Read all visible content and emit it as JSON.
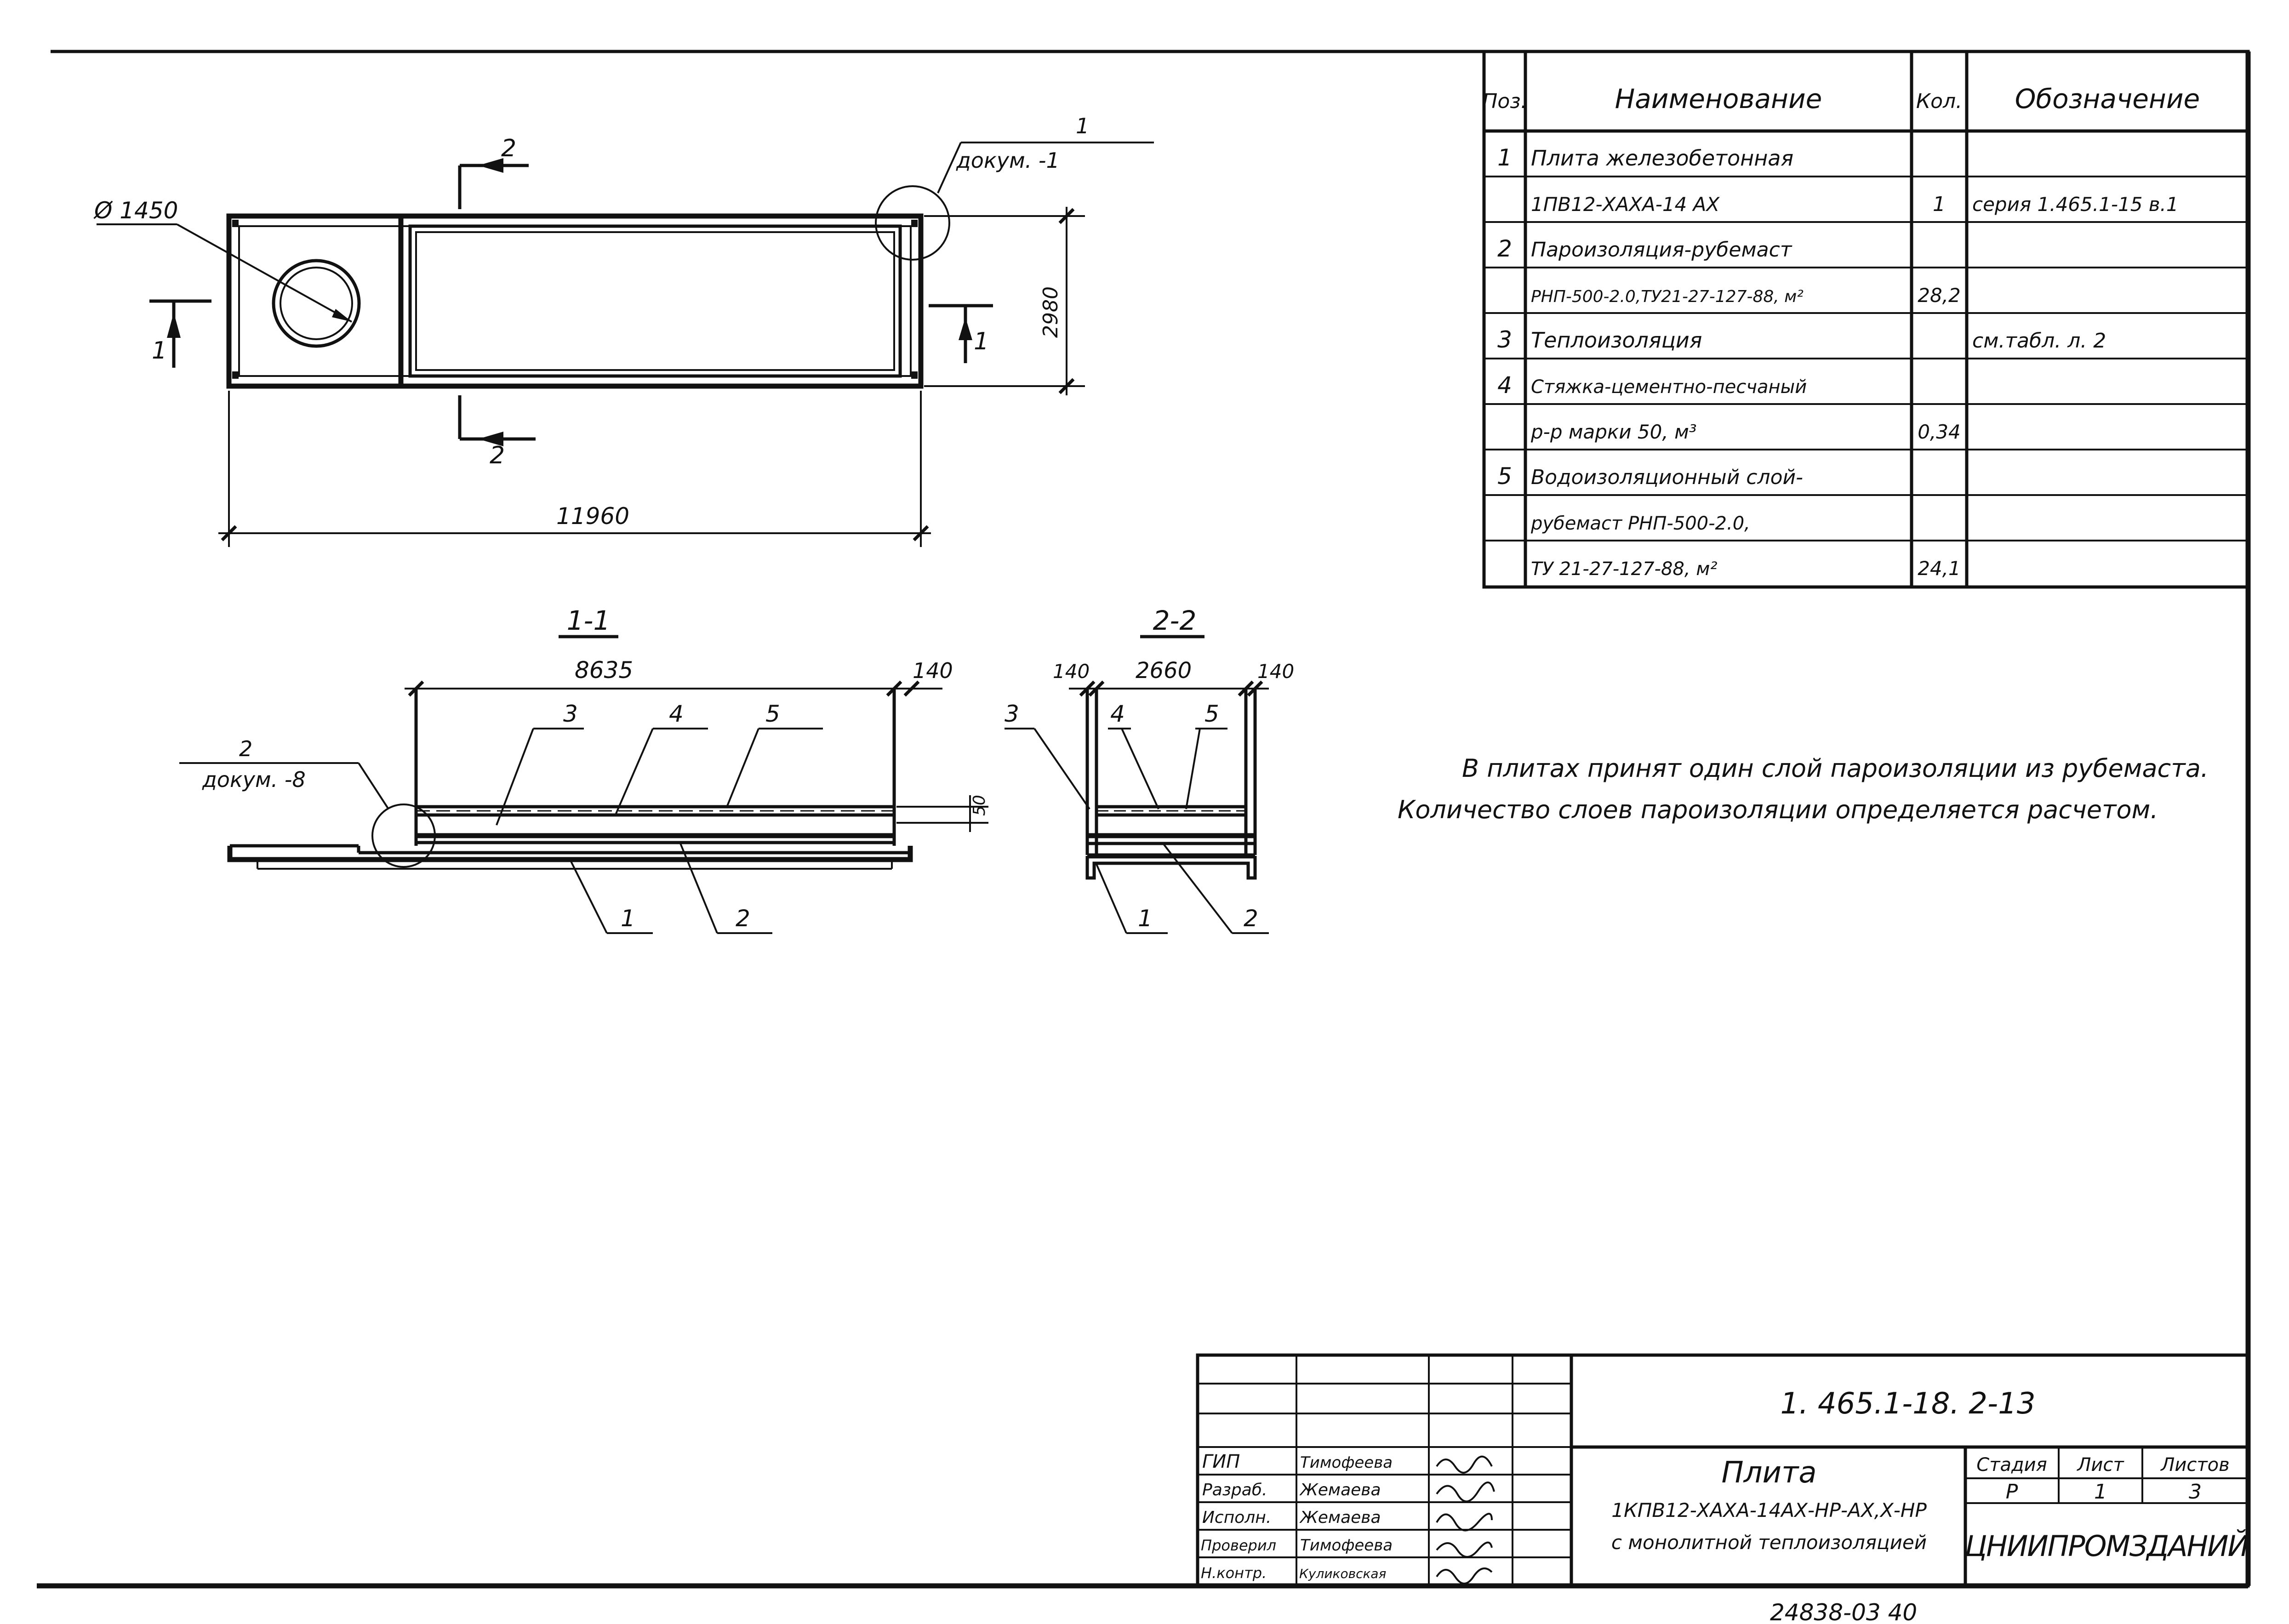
{
  "spec_table": {
    "headers": [
      "Поз.",
      "Наименование",
      "Кол.",
      "Обозначение"
    ],
    "rows": [
      [
        "1",
        "Плита железобетонная",
        "",
        ""
      ],
      [
        "",
        "1ПВ12-ХАХА-14 АХ",
        "1",
        "серия 1.465.1-15 в.1"
      ],
      [
        "2",
        "Пароизоляция-рубемаст",
        "",
        ""
      ],
      [
        "",
        "РНП-500-2.0,ТУ21-27-127-88, м²",
        "28,2",
        ""
      ],
      [
        "3",
        "Теплоизоляция",
        "",
        "см.табл. л. 2"
      ],
      [
        "4",
        "Стяжка-цементно-песчаный",
        "",
        ""
      ],
      [
        "",
        "р-р марки 50,  м³",
        "0,34",
        ""
      ],
      [
        "5",
        "Водоизоляционный слой-",
        "",
        ""
      ],
      [
        "",
        "рубемаст РНП-500-2.0,",
        "",
        ""
      ],
      [
        "",
        "ТУ 21-27-127-88,  м²",
        "24,1",
        ""
      ]
    ]
  },
  "note": {
    "line1": "В плитах принят один слой пароизоляции из рубемаста.",
    "line2": "Количество слоев пароизоляции определяется расчетом."
  },
  "plan": {
    "dim_diameter": "Ø 1450",
    "dim_length": "11960",
    "dim_width": "2980",
    "cut_1": "1",
    "cut_2": "2",
    "callout_num": "1",
    "callout_doc": "докум. -1"
  },
  "section_1": {
    "title": "1-1",
    "dim_span": "8635",
    "dim_edge": "140",
    "dim_thk": "50",
    "callout_num": "2",
    "callout_doc": "докум. -8",
    "pos_labels": [
      "1",
      "2",
      "3",
      "4",
      "5"
    ]
  },
  "section_2": {
    "title": "2-2",
    "dim_left": "140",
    "dim_mid": "2660",
    "dim_right": "140",
    "pos_labels": [
      "1",
      "2",
      "3",
      "4",
      "5"
    ]
  },
  "title_block": {
    "code": "1. 465.1-18. 2-13",
    "roles": [
      "ГИП",
      "Разраб.",
      "Исполн.",
      "Проверил",
      "Н.контр."
    ],
    "names": [
      "Тимофеева",
      "Жемаева",
      "Жемаева",
      "Тимофеева",
      "Куликовская"
    ],
    "title_line1": "Плита",
    "title_line2": "1КПВ12-ХАХА-14АХ-НР-АХ,Х-НР",
    "title_line3": "с монолитной теплоизоляцией",
    "stage_hdr": "Стадия",
    "sheet_hdr": "Лист",
    "sheets_hdr": "Листов",
    "stage": "Р",
    "sheet": "1",
    "sheets": "3",
    "org": "ЦНИИПРОМЗДАНИЙ"
  },
  "bottom_number": "24838-03   40"
}
